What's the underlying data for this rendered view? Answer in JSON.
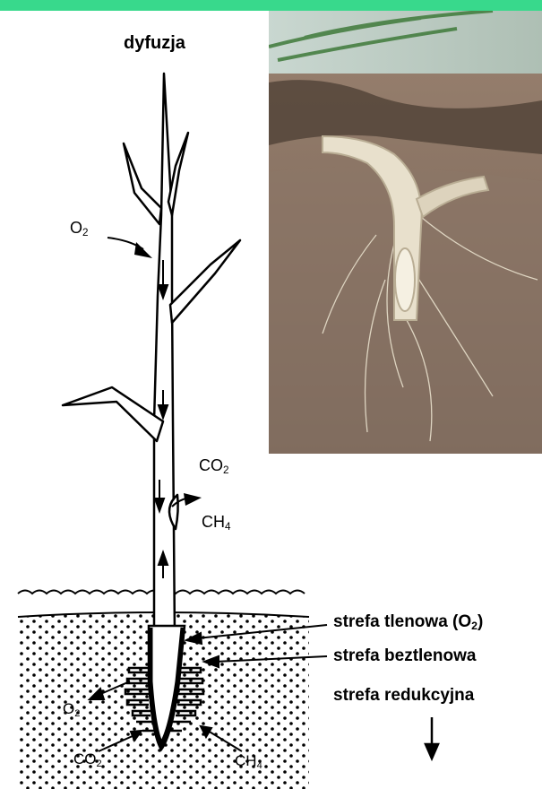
{
  "top_label": "dyfuzja",
  "gases": {
    "o2_top": {
      "base": "O",
      "sub": "2"
    },
    "co2_mid": {
      "base": "CO",
      "sub": "2"
    },
    "ch4_mid": {
      "base": "CH",
      "sub": "4"
    },
    "o2_bottom": {
      "base": "O",
      "sub": "2"
    },
    "co2_bottom": {
      "base": "CO",
      "sub": "2"
    },
    "ch4_bottom": {
      "base": "CH",
      "sub": "4"
    }
  },
  "zones": {
    "aerobic": {
      "text": "strefa tlenowa (O",
      "sub": "2",
      "close": ")"
    },
    "anaerobic": "strefa beztlenowa",
    "reduction": "strefa redukcyjna"
  },
  "colors": {
    "accent_bar": "#38d98c",
    "soil_photo": "#8a7565",
    "root": "#e8e0cc"
  }
}
